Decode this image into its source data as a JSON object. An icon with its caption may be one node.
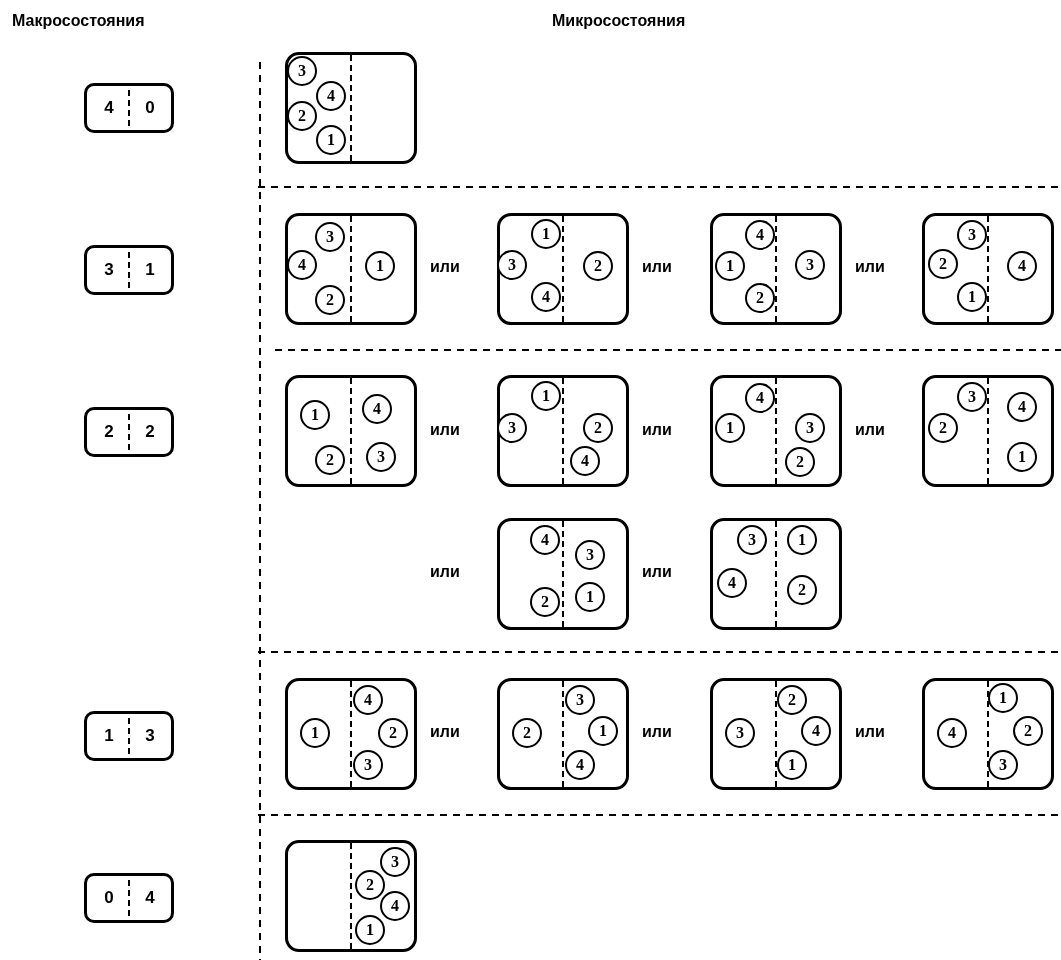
{
  "diagram": {
    "nodes": [
      {
        "text": [
          "4",
          "0"
        ]
      },
      {
        "text": [],
        "shape": "box"
      },
      {
        "text": [
          "3"
        ],
        "in": 1
      },
      {
        "text": [
          "4"
        ],
        "in": 1
      },
      {
        "text": [
          "2"
        ],
        "in": 1
      },
      {
        "text": [
          "1"
        ],
        "in": 1
      },
      {
        "text": [
          "3",
          "1"
        ]
      },
      {
        "text": [],
        "shape": "box"
      },
      {
        "text": [
          "3"
        ],
        "in": 7
      },
      {
        "text": [
          "4"
        ],
        "in": 7
      },
      {
        "text": [
          "1"
        ],
        "in": 7
      },
      {
        "text": [
          "2"
        ],
        "in": 7
      },
      {
        "text": [],
        "shape": "box"
      },
      {
        "text": [
          "1"
        ],
        "in": 12
      },
      {
        "text": [
          "3"
        ],
        "in": 12
      },
      {
        "text": [
          "2"
        ],
        "in": 12
      },
      {
        "text": [
          "4"
        ],
        "in": 12
      },
      {
        "text": [],
        "shape": "box"
      },
      {
        "text": [
          "4"
        ],
        "in": 17
      },
      {
        "text": [
          "1"
        ],
        "in": 17
      },
      {
        "text": [
          "3"
        ],
        "in": 17
      },
      {
        "text": [
          "2"
        ],
        "in": 17
      },
      {
        "text": [],
        "shape": "box"
      },
      {
        "text": [
          "3"
        ],
        "in": 22
      },
      {
        "text": [
          "2"
        ],
        "in": 22
      },
      {
        "text": [
          "4"
        ],
        "in": 22
      },
      {
        "text": [
          "1"
        ],
        "in": 22
      },
      {
        "text": [
          "2",
          "2"
        ]
      },
      {
        "text": [],
        "shape": "box"
      },
      {
        "text": [
          "1"
        ],
        "in": 28
      },
      {
        "text": [
          "4"
        ],
        "in": 28
      },
      {
        "text": [
          "2"
        ],
        "in": 28
      },
      {
        "text": [
          "3"
        ],
        "in": 28
      },
      {
        "text": [],
        "shape": "box"
      },
      {
        "text": [
          "1"
        ],
        "in": 33
      },
      {
        "text": [
          "3"
        ],
        "in": 33
      },
      {
        "text": [
          "2"
        ],
        "in": 33
      },
      {
        "text": [
          "4"
        ],
        "in": 33
      },
      {
        "text": [],
        "shape": "box"
      },
      {
        "text": [
          "4"
        ],
        "in": 38
      },
      {
        "text": [
          "1"
        ],
        "in": 38
      },
      {
        "text": [
          "3"
        ],
        "in": 38
      },
      {
        "text": [
          "2"
        ],
        "in": 38
      },
      {
        "text": [],
        "shape": "box"
      },
      {
        "text": [
          "3"
        ],
        "in": 43
      },
      {
        "text": [
          "2"
        ],
        "in": 43
      },
      {
        "text": [
          "4"
        ],
        "in": 43
      },
      {
        "text": [
          "1"
        ],
        "in": 43
      },
      {
        "text": [],
        "shape": "box"
      },
      {
        "text": [
          "4"
        ],
        "in": 48
      },
      {
        "text": [
          "3"
        ],
        "in": 48
      },
      {
        "text": [
          "2"
        ],
        "in": 48
      },
      {
        "text": [
          "1"
        ],
        "in": 48
      },
      {
        "text": [],
        "shape": "box"
      },
      {
        "text": [
          "3"
        ],
        "in": 53
      },
      {
        "text": [
          "1"
        ],
        "in": 53
      },
      {
        "text": [
          "4"
        ],
        "in": 53
      },
      {
        "text": [
          "2"
        ],
        "in": 53
      },
      {
        "text": [
          "1",
          "3"
        ]
      },
      {
        "text": [],
        "shape": "box"
      },
      {
        "text": [
          "4"
        ],
        "in": 59
      },
      {
        "text": [
          "1"
        ],
        "in": 59
      },
      {
        "text": [
          "2"
        ],
        "in": 59
      },
      {
        "text": [
          "3"
        ],
        "in": 59
      },
      {
        "text": [],
        "shape": "box"
      },
      {
        "text": [
          "3"
        ],
        "in": 64
      },
      {
        "text": [
          "2"
        ],
        "in": 64
      },
      {
        "text": [
          "1"
        ],
        "in": 64
      },
      {
        "text": [
          "4"
        ],
        "in": 64
      },
      {
        "text": [],
        "shape": "box"
      },
      {
        "text": [
          "2"
        ],
        "in": 69
      },
      {
        "text": [
          "3"
        ],
        "in": 69
      },
      {
        "text": [
          "4"
        ],
        "in": 69
      },
      {
        "text": [
          "1"
        ],
        "in": 69
      },
      {
        "text": [],
        "shape": "box"
      },
      {
        "text": [
          "1"
        ],
        "in": 74
      },
      {
        "text": [
          "4"
        ],
        "in": 74
      },
      {
        "text": [
          "2"
        ],
        "in": 74
      },
      {
        "text": [
          "3"
        ],
        "in": 74
      },
      {
        "text": [
          "0",
          "4"
        ]
      },
      {
        "text": [],
        "shape": "box"
      },
      {
        "text": [
          "3"
        ],
        "in": 80
      },
      {
        "text": [
          "2"
        ],
        "in": 80
      },
      {
        "text": [
          "4"
        ],
        "in": 80
      },
      {
        "text": [
          "1"
        ],
        "in": 80
      }
    ],
    "labels": [
      "Макросостояния",
      "Микросостояния",
      "или",
      "или",
      "или",
      "или",
      "или",
      "или",
      "или",
      "или",
      "или",
      "или",
      "или"
    ]
  }
}
